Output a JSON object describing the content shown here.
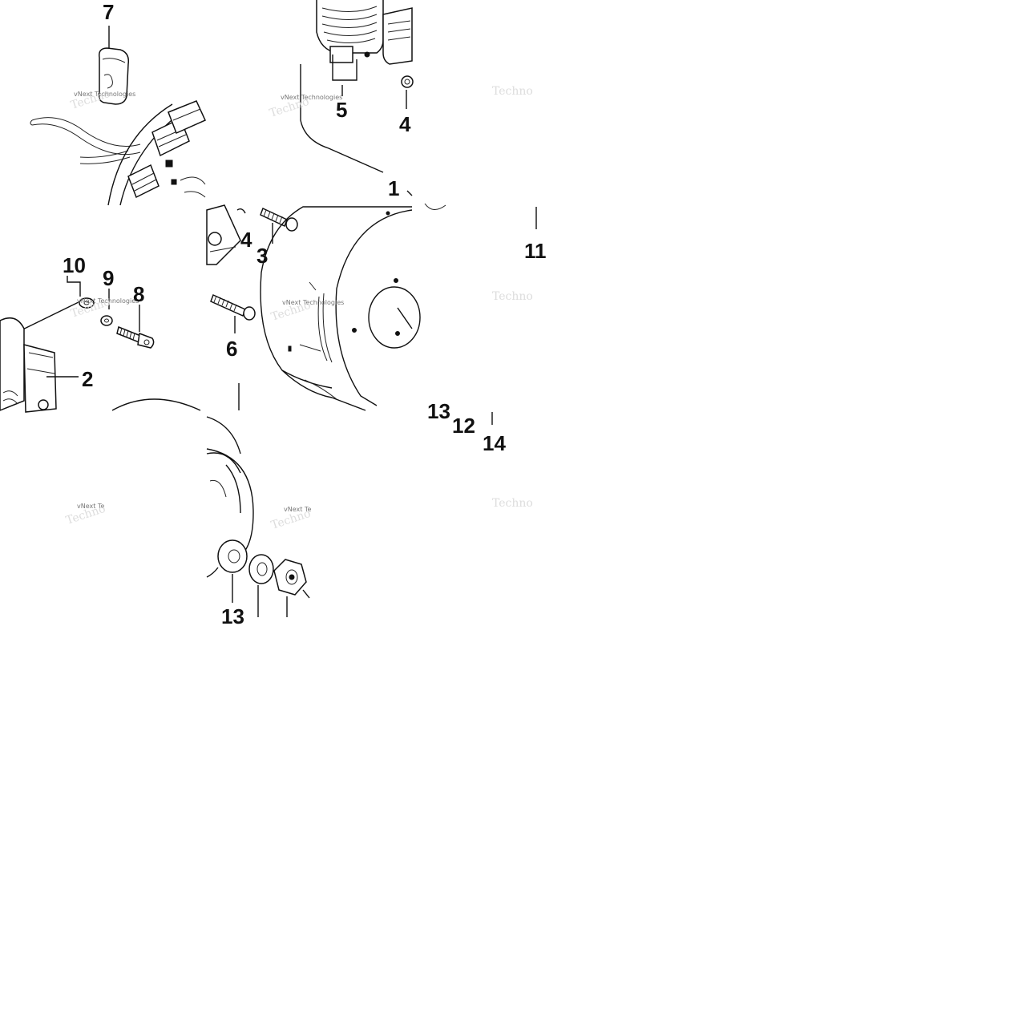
{
  "diagram": {
    "callouts": [
      "7",
      "5",
      "4",
      "1",
      "4",
      "3",
      "11",
      "10",
      "9",
      "8",
      "6",
      "2",
      "13",
      "12",
      "14",
      "13"
    ],
    "watermark": "vNext Technologies"
  }
}
